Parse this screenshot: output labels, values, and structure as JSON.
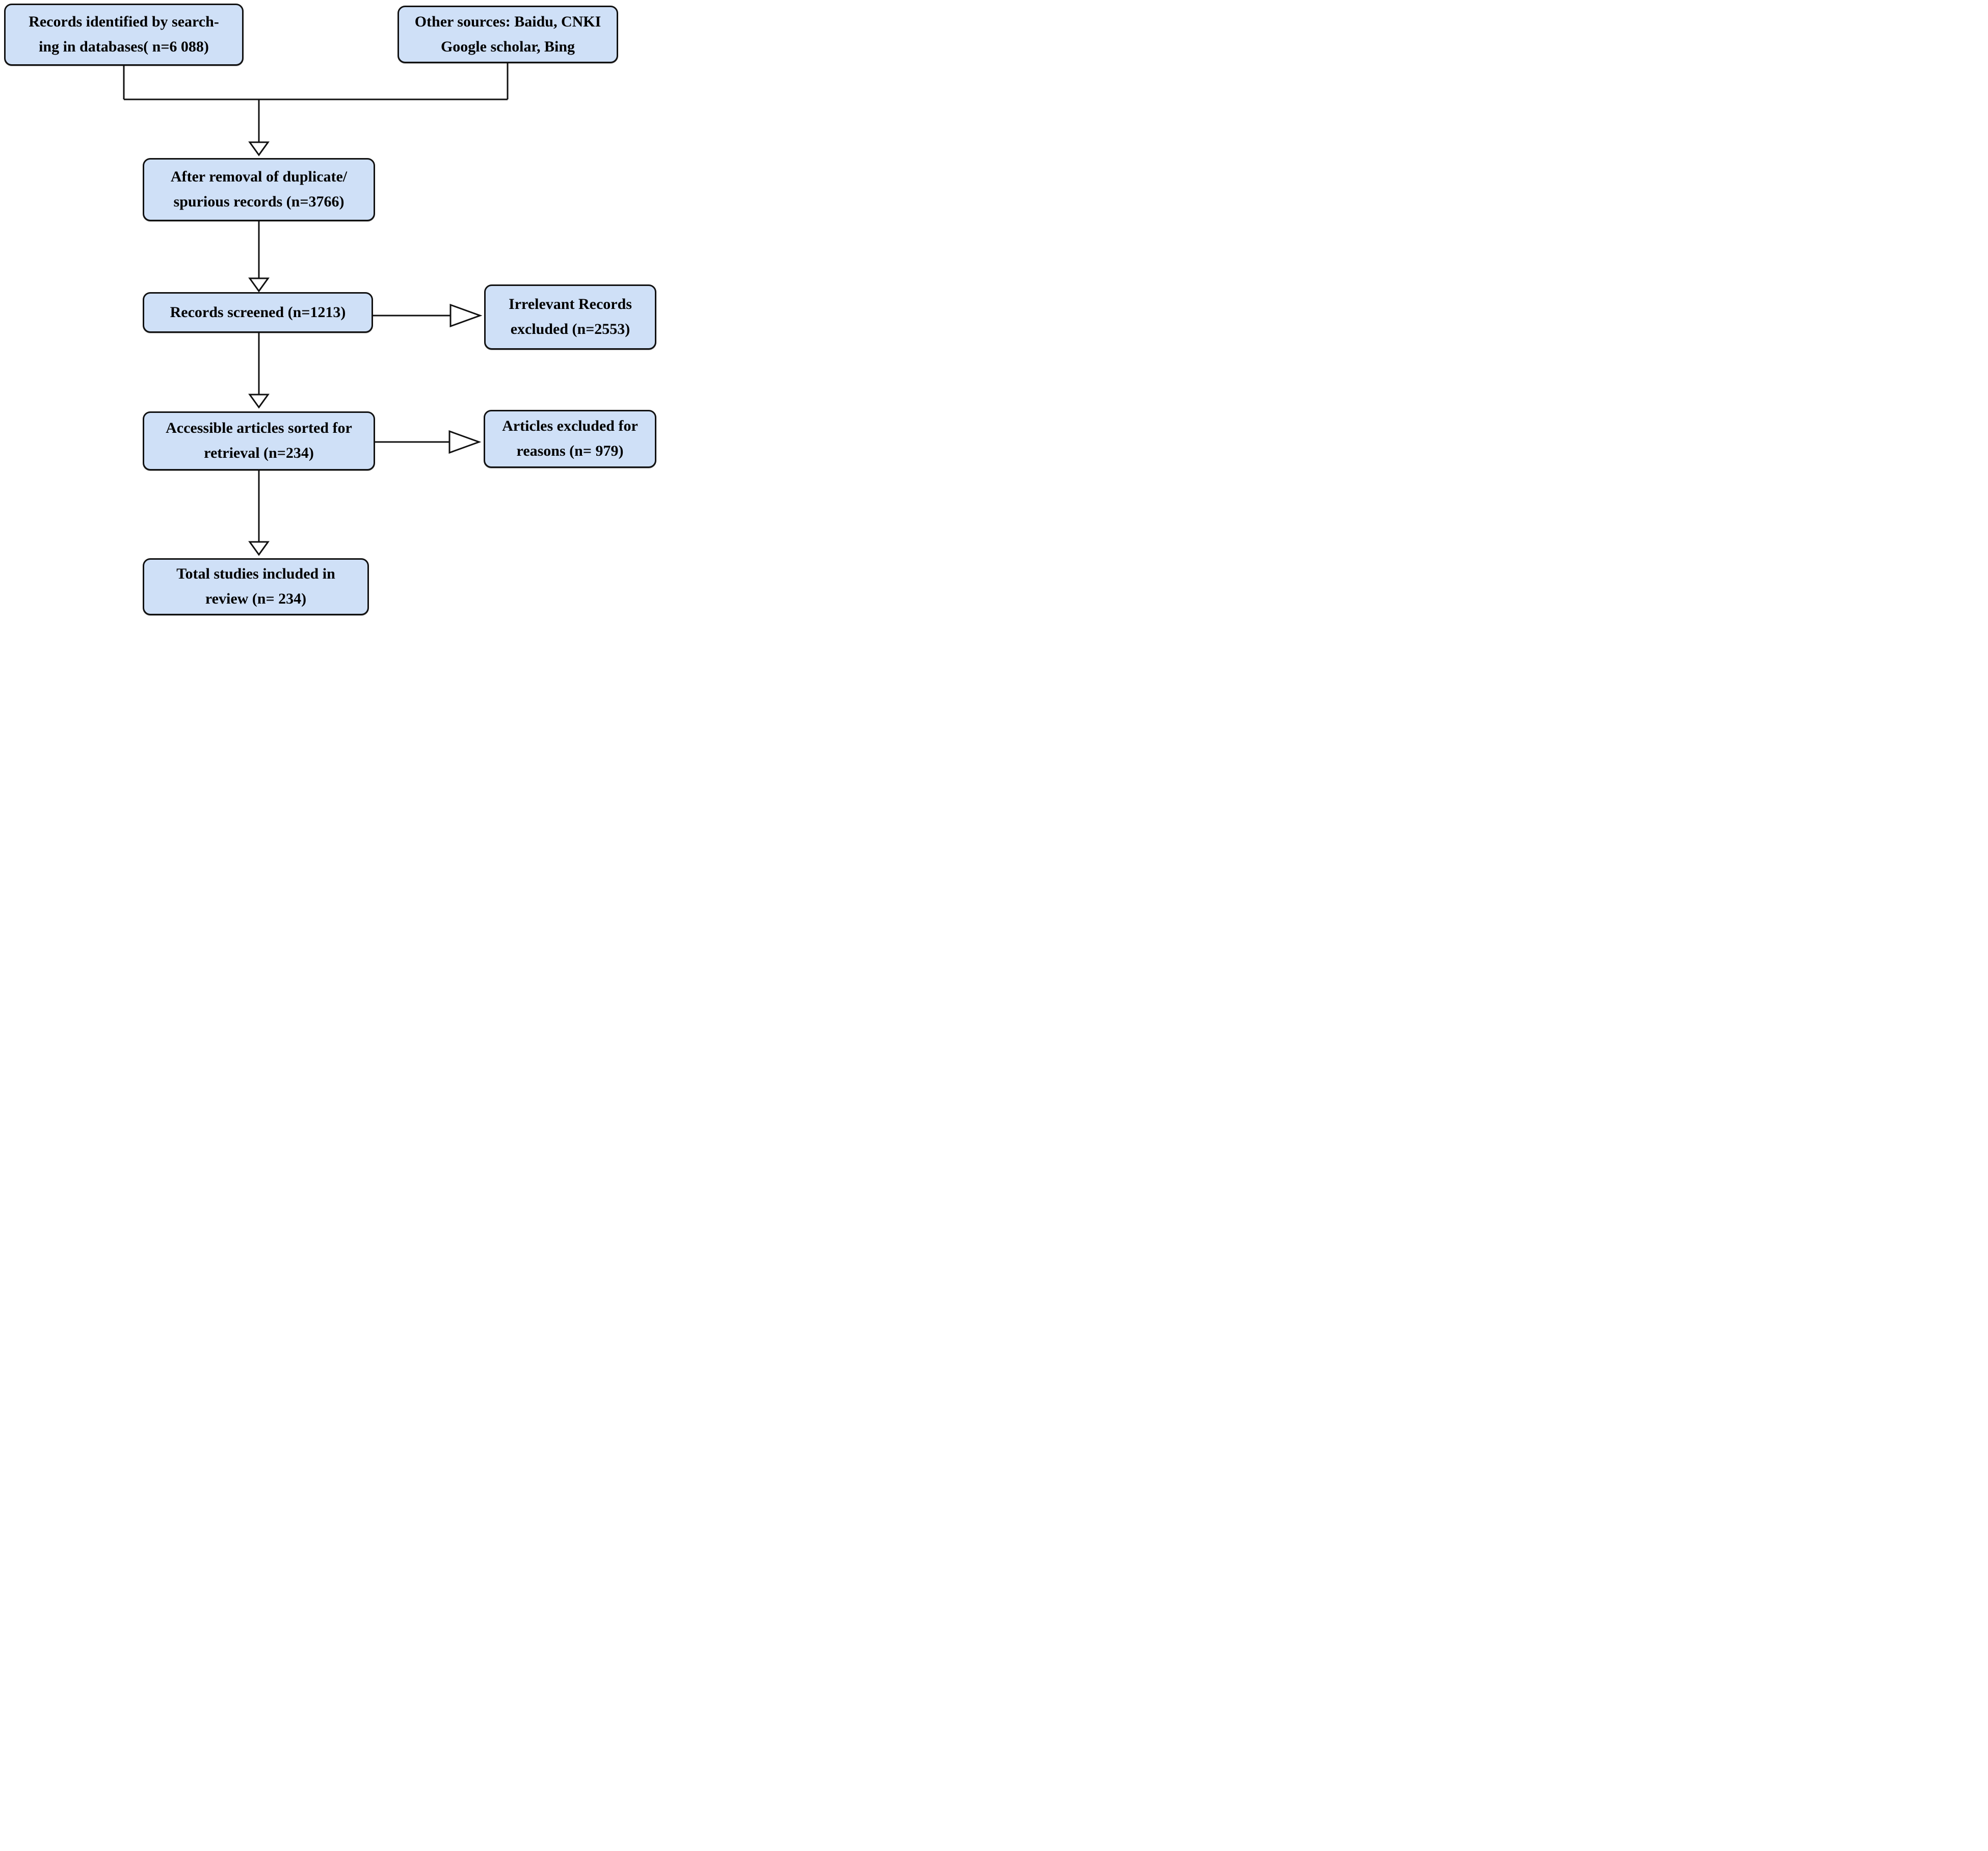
{
  "diagram_type": "flowchart",
  "boxes": {
    "records_identified": {
      "lines": [
        "Records identified by search-",
        "ing in databases( n=6 088)"
      ]
    },
    "other_sources": {
      "lines": [
        "Other sources: Baidu, CNKI",
        "Google scholar, Bing"
      ]
    },
    "after_removal": {
      "lines": [
        "After removal of duplicate/",
        "spurious records (n=3766)"
      ]
    },
    "records_screened": {
      "lines": [
        "Records screened (n=1213)"
      ]
    },
    "irrelevant_excluded": {
      "lines": [
        "Irrelevant Records",
        "excluded (n=2553)"
      ]
    },
    "accessible_sorted": {
      "lines": [
        "Accessible articles sorted for",
        "retrieval  (n=234)"
      ]
    },
    "articles_excluded": {
      "lines": [
        "Articles excluded for",
        "reasons (n= 979)"
      ]
    },
    "total_included": {
      "lines": [
        "Total studies included in",
        "review (n= 234)"
      ]
    }
  },
  "colors": {
    "box_fill": "#cfe0f7",
    "box_border": "#111111",
    "line": "#111111",
    "text": "#000000",
    "background": "#ffffff"
  }
}
